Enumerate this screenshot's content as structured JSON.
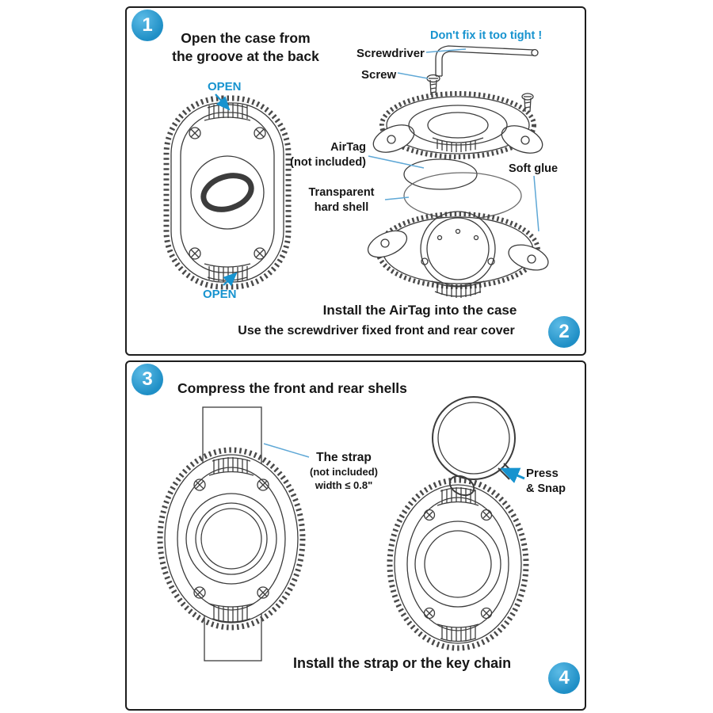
{
  "colors": {
    "accent": "#1793cf",
    "badge": "#2d9fd6",
    "ink": "#161616"
  },
  "badges": {
    "step1": "1",
    "step2": "2",
    "step3": "3",
    "step4": "4"
  },
  "panel1": {
    "instruction1_line1": "Open the case from",
    "instruction1_line2": "the groove at the back",
    "open_top": "OPEN",
    "open_bottom": "OPEN",
    "warning": "Don't fix it too tight !",
    "label_screwdriver": "Screwdriver",
    "label_screw": "Screw",
    "label_airtag_line1": "AirTag",
    "label_airtag_line2": "(not included)",
    "label_softglue": "Soft glue",
    "label_shell_line1": "Transparent",
    "label_shell_line2": "hard shell",
    "instruction2_line1": "Install  the AirTag into the case",
    "instruction2_line2": "Use the screwdriver fixed front and rear cover"
  },
  "panel2": {
    "instruction3": "Compress the front and rear shells",
    "label_strap_line1": "The strap",
    "label_strap_line2": "(not included)",
    "label_strap_line3": "width ≤ 0.8\"",
    "label_press_line1": "Press",
    "label_press_line2": "& Snap",
    "instruction4": "Install the strap or the key chain"
  }
}
